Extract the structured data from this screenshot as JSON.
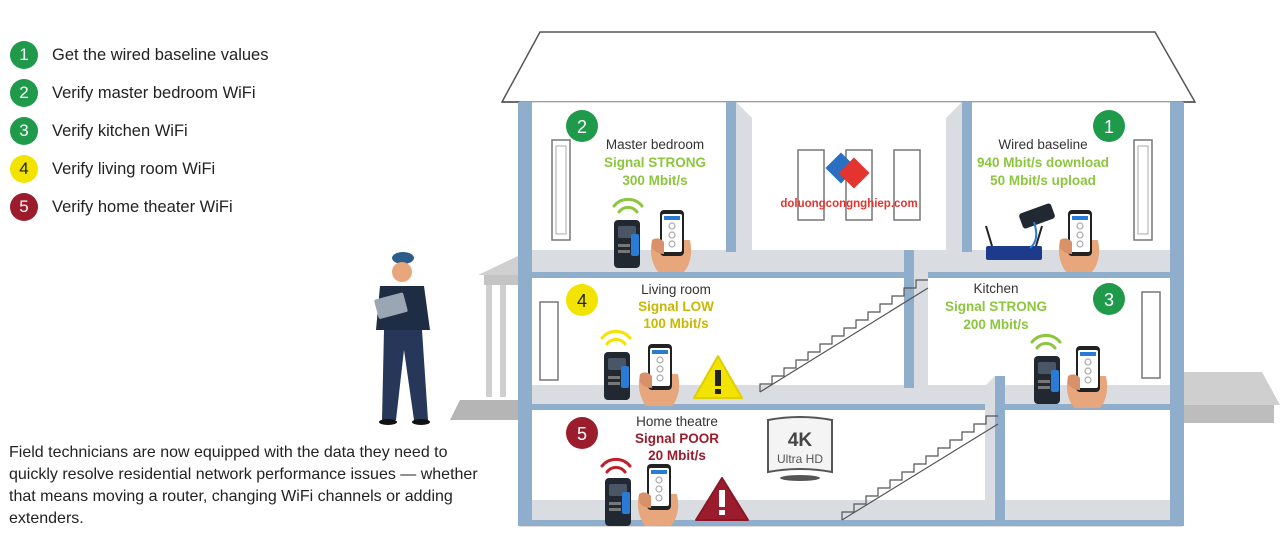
{
  "steps": [
    {
      "n": "1",
      "label": "Get the wired baseline values",
      "color": "#1f9a4a",
      "text_color": "#ffffff"
    },
    {
      "n": "2",
      "label": "Verify master bedroom WiFi",
      "color": "#1f9a4a",
      "text_color": "#ffffff"
    },
    {
      "n": "3",
      "label": "Verify kitchen WiFi",
      "color": "#1f9a4a",
      "text_color": "#ffffff"
    },
    {
      "n": "4",
      "label": "Verify living room WiFi",
      "color": "#f2e300",
      "text_color": "#222222"
    },
    {
      "n": "5",
      "label": "Verify home theater WiFi",
      "color": "#9b1c2c",
      "text_color": "#ffffff"
    }
  ],
  "caption": "Field technicians are now equipped with the data they need to quickly resolve residential network performance issues — whether that means moving a router, changing WiFi channels or adding extenders.",
  "rooms": {
    "master_bedroom": {
      "badge": "2",
      "name": "Master bedroom",
      "line1": "Signal STRONG",
      "line2": "300 Mbit/s",
      "color": "#8cc63f"
    },
    "wired_baseline": {
      "badge": "1",
      "name": "Wired baseline",
      "line1": "940 Mbit/s download",
      "line2": "50 Mbit/s upload",
      "color": "#8cc63f"
    },
    "living_room": {
      "badge": "4",
      "name": "Living room",
      "line1": "Signal LOW",
      "line2": "100 Mbit/s",
      "color": "#c9b800"
    },
    "kitchen": {
      "badge": "3",
      "name": "Kitchen",
      "line1": "Signal STRONG",
      "line2": "200 Mbit/s",
      "color": "#8cc63f"
    },
    "home_theatre": {
      "badge": "5",
      "name": "Home theatre",
      "line1": "Signal POOR",
      "line2": "20 Mbit/s",
      "color": "#9b1c2c"
    }
  },
  "tv": {
    "brand": "4K",
    "sub": "Ultra HD"
  },
  "watermark": "doluongcongnghiep.com",
  "icons": {
    "device": "wifi-tester-icon",
    "phone": "phone-app-icon",
    "warning": "warning-icon",
    "router": "router-icon",
    "technician": "technician-figure"
  },
  "colors": {
    "green": "#1f9a4a",
    "yellow": "#f2e300",
    "red": "#9b1c2c",
    "wall_blue": "#8faecb",
    "wifi_green": "#8cc63f",
    "wifi_yellow": "#f2e300",
    "wifi_red": "#c0202e"
  }
}
